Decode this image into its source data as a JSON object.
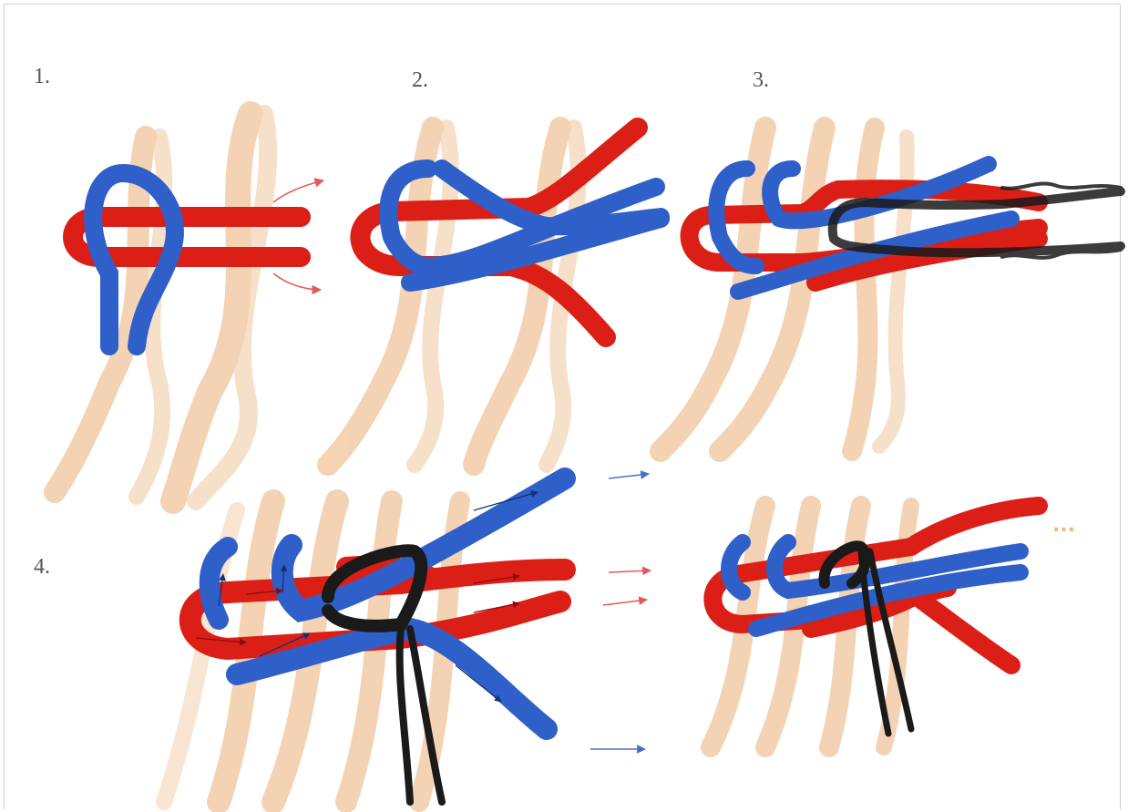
{
  "steps": [
    {
      "label": "1."
    },
    {
      "label": "2."
    },
    {
      "label": "3."
    },
    {
      "label": "4."
    }
  ],
  "continuation_mark": "...",
  "colors": {
    "warp": "#f2cca6",
    "warp_edge": "#e8b88a",
    "red": "#dc1f16",
    "blue": "#2f5fc8",
    "black": "#1a1a1a",
    "arrow_red": "#e05a5a",
    "arrow_blue": "#4a6fc8",
    "dots": "#e8b88a"
  }
}
